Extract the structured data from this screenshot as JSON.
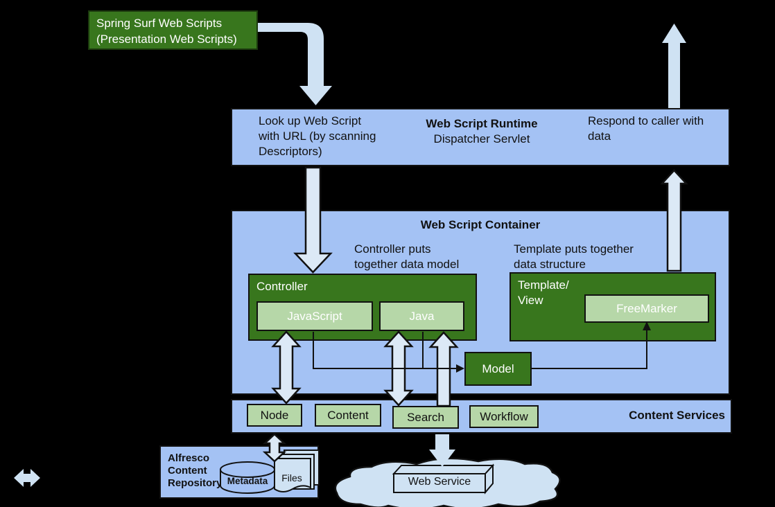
{
  "colors": {
    "background": "#000000",
    "panel_blue": "#a4c2f4",
    "dark_green": "#38761d",
    "light_green": "#b6d7a8",
    "arrow_blue": "#cfe2f3",
    "outline": "#111111"
  },
  "spring_box": {
    "label": "Spring Surf Web Scripts\n(Presentation Web Scripts)"
  },
  "runtime": {
    "left_note": "Look up Web Script\nwith URL (by scanning\nDescriptors)",
    "title": "Web Script Runtime",
    "subtitle": "Dispatcher Servlet",
    "right_note": "Respond to caller with\ndata"
  },
  "container": {
    "title": "Web Script Container",
    "controller_note": "Controller puts\ntogether data model",
    "template_note": "Template puts together\ndata structure",
    "controller_label": "Controller",
    "javascript_label": "JavaScript",
    "java_label": "Java",
    "template_label": "Template/\nView",
    "freemarker_label": "FreeMarker",
    "model_label": "Model"
  },
  "services": {
    "title": "Content Services",
    "items": [
      "Node",
      "Content",
      "Search",
      "Workflow"
    ]
  },
  "repository": {
    "label": "Alfresco\nContent\nRepository",
    "metadata_label": "Metadata",
    "files_label": "Files"
  },
  "cloud": {
    "webservice_label": "Web Service"
  }
}
